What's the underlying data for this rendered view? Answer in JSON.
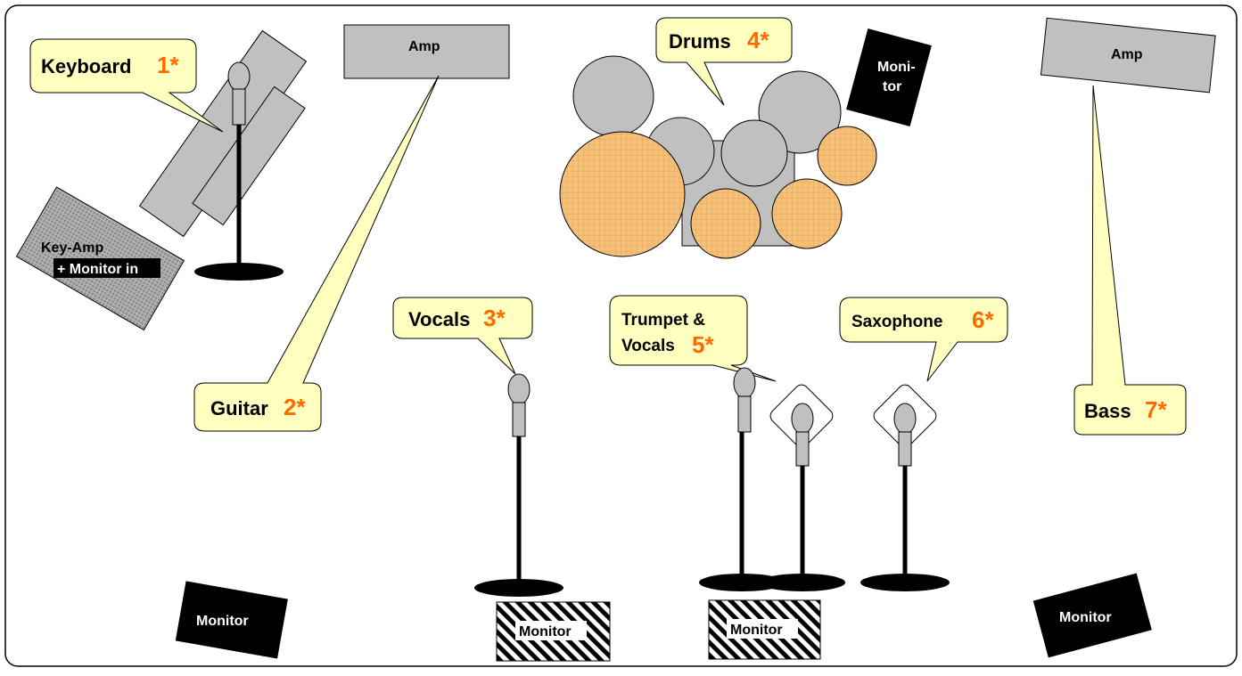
{
  "stage_plan": {
    "labels": {
      "keyboard": "Keyboard",
      "keyboard_num": "1*",
      "guitar": "Guitar",
      "guitar_num": "2*",
      "vocals": "Vocals",
      "vocals_num": "3*",
      "drums": "Drums",
      "drums_num": "4*",
      "trumpet_line1": "Trumpet  &",
      "trumpet_line2": "Vocals",
      "trumpet_num": "5*",
      "saxophone": "Saxophone",
      "saxophone_num": "6*",
      "bass": "Bass",
      "bass_num": "7*"
    },
    "equipment": {
      "amp_guitar": "Amp",
      "amp_bass": "Amp",
      "key_amp_line1": "Key-Amp",
      "key_amp_line2": "+ Monitor in",
      "drum_monitor_line1": "Moni-",
      "drum_monitor_line2": "tor",
      "monitor_left": "Monitor",
      "monitor_center_left": "Monitor",
      "monitor_center_right": "Monitor",
      "monitor_right": "Monitor"
    }
  },
  "colors": {
    "callout_fill": "#ffffc0",
    "number_orange": "#ff6a00",
    "amp_gray": "#c0c0c0",
    "drum_orange": "#f5c07a",
    "drum_gray": "#c0c0c0",
    "monitor_black": "#000000"
  }
}
